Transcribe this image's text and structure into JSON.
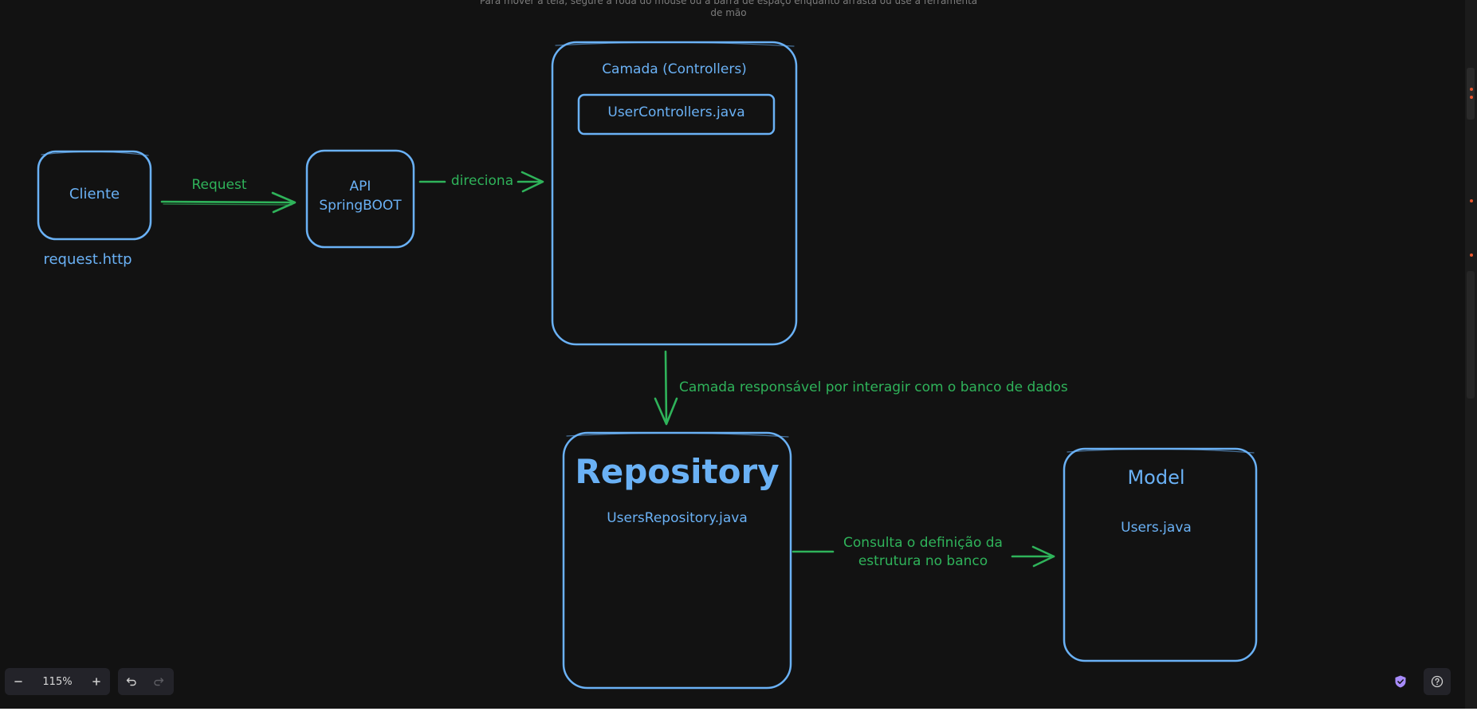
{
  "hint": "Para mover a tela, segure a roda do mouse ou a barra de espaço enquanto arrasta ou use a ferramenta de mão",
  "diagram": {
    "cliente": "Cliente",
    "request_file": "request.http",
    "request_arrow": "Request",
    "api_line1": "API",
    "api_line2": "SpringBOOT",
    "direciona": "direciona",
    "controllers_title": "Camada (Controllers)",
    "controllers_file": "UserControllers.java",
    "repo_note": "Camada responsável por interagir com o banco de dados",
    "repository_title": "Repository",
    "repository_file": "UsersRepository.java",
    "consulta_line1": "Consulta o definição da",
    "consulta_line2": "estrutura no banco",
    "model_title": "Model",
    "model_file": "Users.java"
  },
  "toolbar": {
    "zoom_out_icon": "minus-icon",
    "zoom_level": "115%",
    "zoom_in_icon": "plus-icon",
    "undo_icon": "undo-icon",
    "redo_icon": "redo-icon"
  },
  "corner": {
    "shield_icon": "shield-check-icon",
    "help_icon": "help-icon"
  },
  "colors": {
    "canvas_bg": "#121212",
    "shape_stroke": "#6ab1f5",
    "arrow_stroke": "#2fb35a",
    "shield": "#a78bfa"
  }
}
